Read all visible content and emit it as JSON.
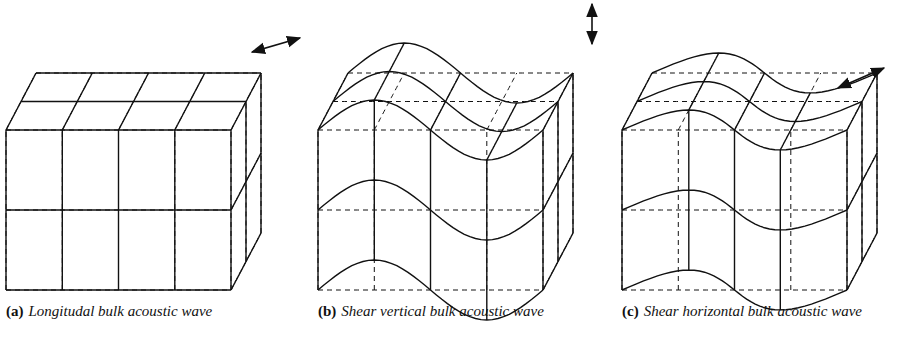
{
  "diagram": {
    "labels": [
      "(a)",
      "Longitudal bulk acoustic wave",
      "(b)",
      "Shear vertical bulk acoustic wave",
      "(c)",
      "Shear horizontal bulk acoustic wave"
    ]
  }
}
